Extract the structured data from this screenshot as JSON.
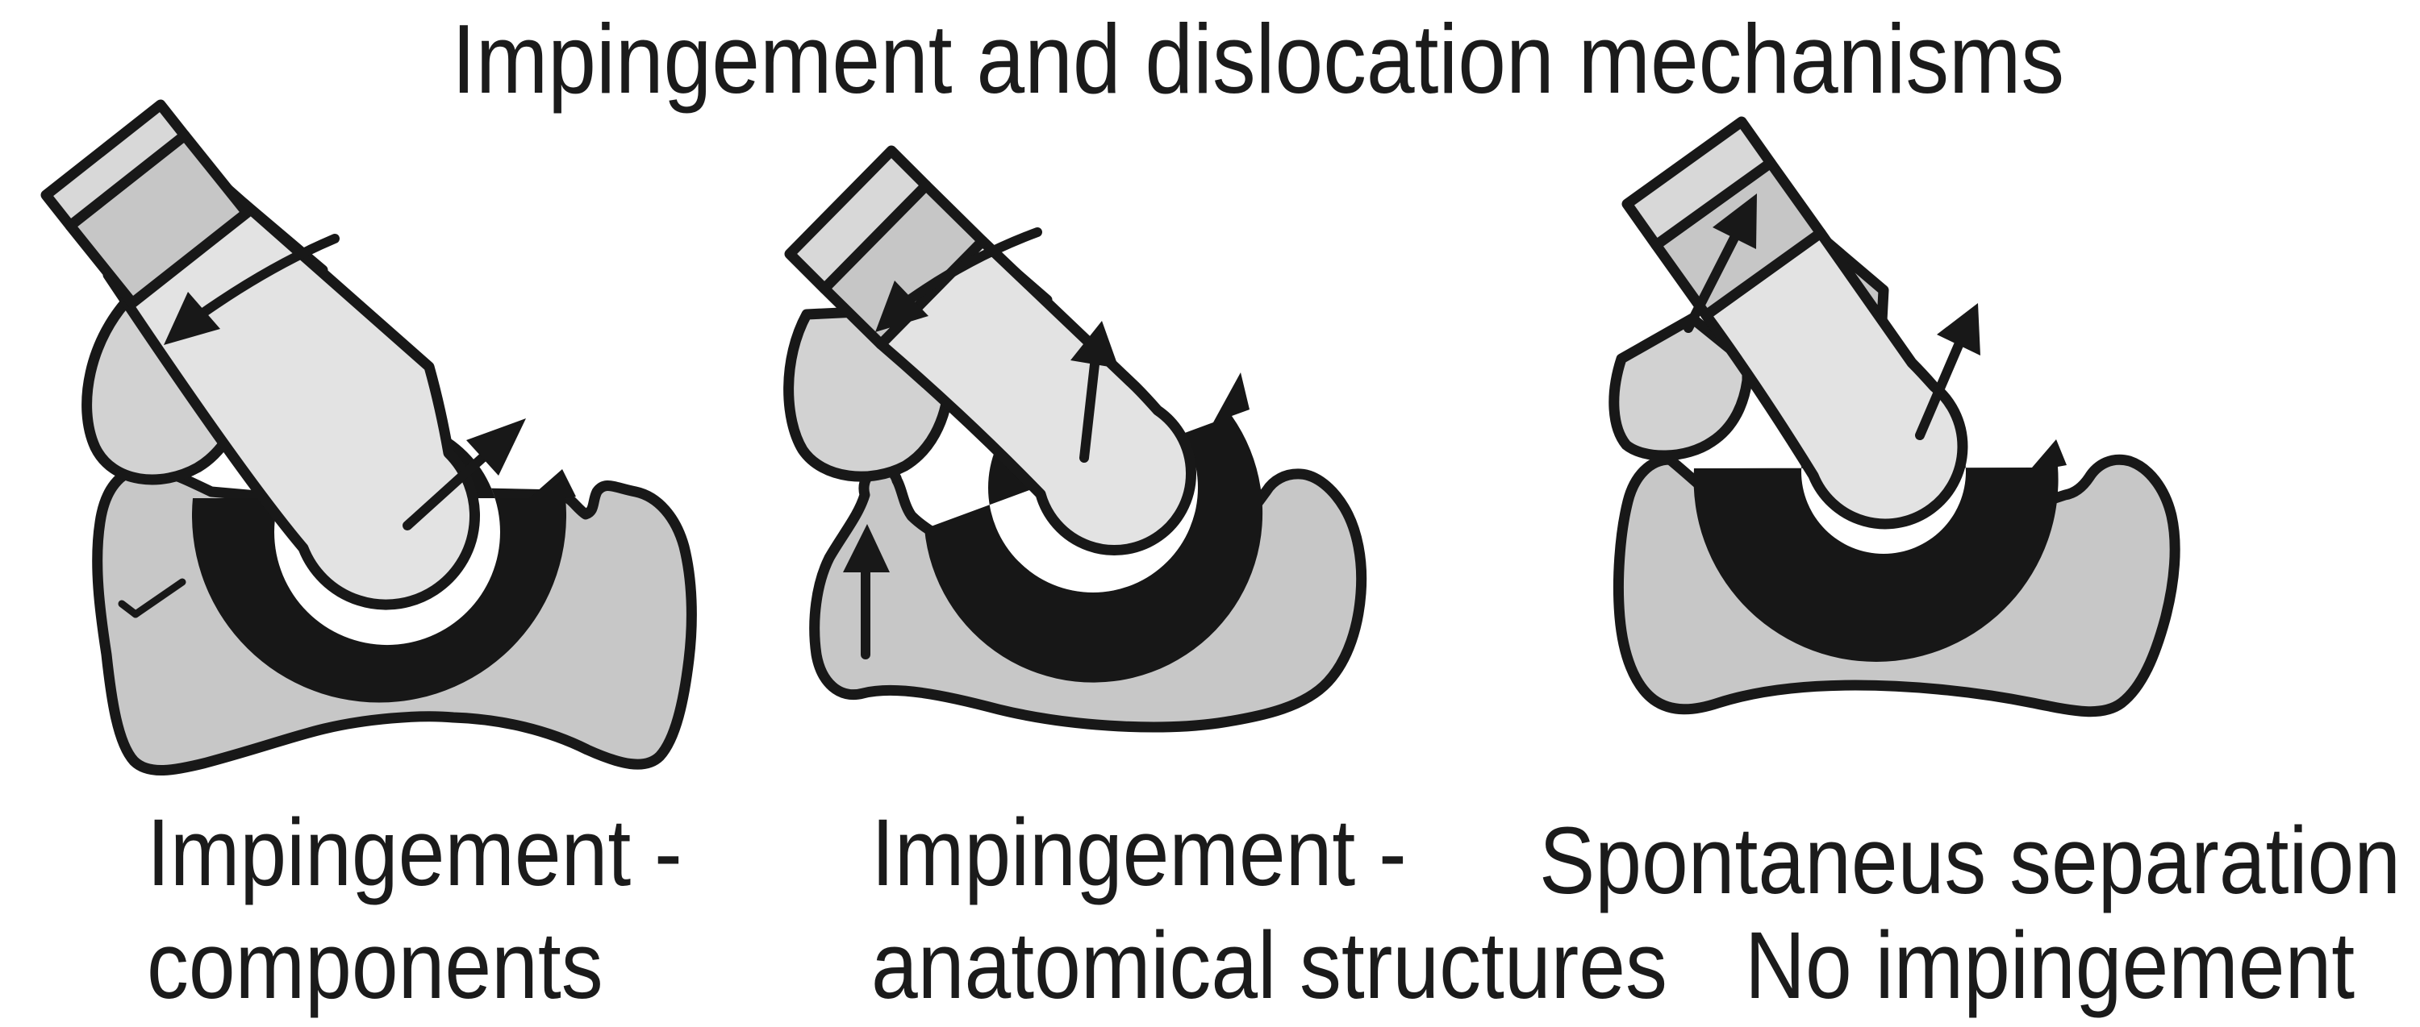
{
  "title": "Impingement and dislocation mechanisms",
  "panels": [
    {
      "id": "impingement-components",
      "caption": [
        "Impingement -",
        "components"
      ],
      "depicts": "prosthetic neck levers on cup rim, head dislocating up-right"
    },
    {
      "id": "impingement-anatomical-structures",
      "caption": [
        "Impingement -",
        "anatomical structures"
      ],
      "depicts": "stem tip abuts bony prominence, tilted cup, head levering out"
    },
    {
      "id": "spontaneous-separation",
      "caption": [
        "Spontaneus separation",
        "No impingement"
      ],
      "depicts": "head lifted out of cup leaving gap, no contact"
    }
  ],
  "icons": [
    "rotation-arrow-icon",
    "dislocation-arrow-icon",
    "impingement-contact-arrow-icon",
    "axis-pullout-arrow-icon",
    "bone-marker-line"
  ],
  "colors": {
    "background": "#ffffff",
    "ink": "#181818",
    "text": "#1b1b1b",
    "bone": "#c7c7c7",
    "stem": "#e3e3e3",
    "collar": "#c6c6c6",
    "stem-cap": "#d8d8d8",
    "stem-tip": "#d2d2d2",
    "cup": "#171717",
    "gap": "#ffffff"
  }
}
